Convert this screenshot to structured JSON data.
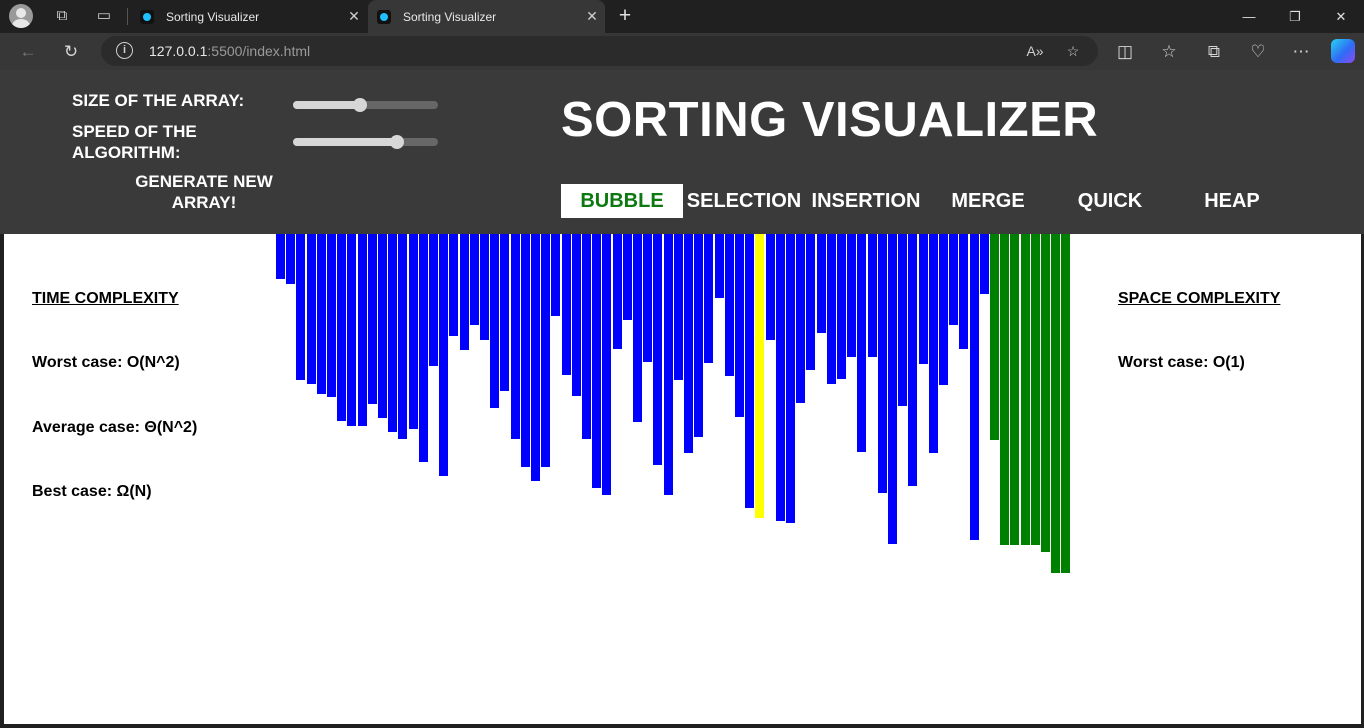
{
  "browser": {
    "tabs": [
      {
        "title": "Sorting Visualizer",
        "active": false
      },
      {
        "title": "Sorting Visualizer",
        "active": true
      }
    ],
    "url_host": "127.0.0.1",
    "url_rest": ":5500/index.html"
  },
  "controls": {
    "size_label": "SIZE OF THE ARRAY:",
    "speed_label_line1": "SPEED OF THE",
    "speed_label_line2": "ALGORITHM:",
    "size_value": 0.46,
    "speed_value": 0.72,
    "generate_line1": "GENERATE NEW",
    "generate_line2": "ARRAY!"
  },
  "title": "SORTING VISUALIZER",
  "algorithms": [
    {
      "label": "BUBBLE",
      "active": true
    },
    {
      "label": "SELECTION",
      "active": false
    },
    {
      "label": "INSERTION",
      "active": false
    },
    {
      "label": "MERGE",
      "active": false
    },
    {
      "label": "QUICK",
      "active": false
    },
    {
      "label": "HEAP",
      "active": false
    }
  ],
  "time_complexity": {
    "heading": "TIME COMPLEXITY",
    "worst": "Worst case: O(N^2)",
    "average": "Average case: Θ(N^2)",
    "best": "Best case: Ω(N)"
  },
  "space_complexity": {
    "heading": "SPACE COMPLEXITY",
    "worst": "Worst case: O(1)"
  },
  "colors": {
    "unsorted": "#0000ff",
    "comparing": "#ffff00",
    "sorted": "#008000",
    "active_tab_text": "#0c7a10"
  },
  "array_values": [
    45,
    50,
    146,
    150,
    160,
    163,
    187,
    192,
    192,
    170,
    184,
    198,
    205,
    195,
    228,
    132,
    242,
    102,
    116,
    91,
    106,
    174,
    157,
    205,
    233,
    247,
    233,
    82,
    141,
    162,
    205,
    254,
    261,
    115,
    86,
    188,
    128,
    231,
    261,
    146,
    219,
    203,
    129,
    64,
    142,
    183,
    274,
    284,
    106,
    287,
    289,
    169,
    136,
    99,
    150,
    145,
    123,
    218,
    123,
    259,
    310,
    172,
    252,
    130,
    219,
    151,
    91,
    115,
    306,
    60,
    206,
    311,
    311,
    311,
    311,
    318,
    339,
    339
  ],
  "array_states": [
    "u",
    "u",
    "u",
    "u",
    "u",
    "u",
    "u",
    "u",
    "u",
    "u",
    "u",
    "u",
    "u",
    "u",
    "u",
    "u",
    "u",
    "u",
    "u",
    "u",
    "u",
    "u",
    "u",
    "u",
    "u",
    "u",
    "u",
    "u",
    "u",
    "u",
    "u",
    "u",
    "u",
    "u",
    "u",
    "u",
    "u",
    "u",
    "u",
    "u",
    "u",
    "u",
    "u",
    "u",
    "u",
    "u",
    "u",
    "c",
    "u",
    "u",
    "u",
    "u",
    "u",
    "u",
    "u",
    "u",
    "u",
    "u",
    "u",
    "u",
    "u",
    "u",
    "u",
    "u",
    "u",
    "u",
    "u",
    "u",
    "u",
    "u",
    "s",
    "s",
    "s",
    "s",
    "s",
    "s",
    "s",
    "s"
  ]
}
